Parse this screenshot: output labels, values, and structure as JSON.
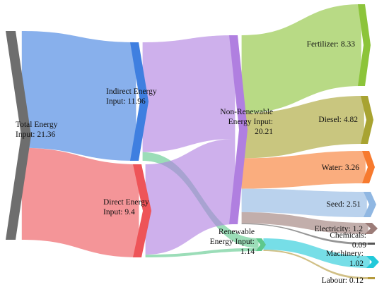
{
  "diagram": {
    "type": "sankey",
    "nodes": [
      {
        "id": "total",
        "label_lines": [
          "Total Energy",
          "Input: 21.36"
        ],
        "value": 21.36,
        "color": "#6e6e6e"
      },
      {
        "id": "indirect",
        "label_lines": [
          "Indirect Energy",
          "Input: 11.96"
        ],
        "value": 11.96,
        "color": "#3f7fe0"
      },
      {
        "id": "direct",
        "label_lines": [
          "Direct Energy",
          "Input: 9.4"
        ],
        "value": 9.4,
        "color": "#ee5458"
      },
      {
        "id": "nonrenewable",
        "label_lines": [
          "Non-Renewable",
          "Energy Input:",
          "20.21"
        ],
        "value": 20.21,
        "color": "#b07fe0"
      },
      {
        "id": "renewable",
        "label_lines": [
          "Renewable",
          "Energy Input:",
          "1.14"
        ],
        "value": 1.14,
        "color": "#5ec88c"
      },
      {
        "id": "fertilizer",
        "label_lines": [
          "Fertilizer: 8.33"
        ],
        "value": 8.33,
        "color": "#8cc43a"
      },
      {
        "id": "diesel",
        "label_lines": [
          "Diesel: 4.82"
        ],
        "value": 4.82,
        "color": "#a8a331"
      },
      {
        "id": "water",
        "label_lines": [
          "Water: 3.26"
        ],
        "value": 3.26,
        "color": "#f77a2e"
      },
      {
        "id": "seed",
        "label_lines": [
          "Seed: 2.51"
        ],
        "value": 2.51,
        "color": "#90b7e2"
      },
      {
        "id": "electricity",
        "label_lines": [
          "Electricity: 1.2"
        ],
        "value": 1.2,
        "color": "#9c7c78"
      },
      {
        "id": "chemicals",
        "label_lines": [
          "Chemicals:",
          "0.09"
        ],
        "value": 0.09,
        "color": "#555555"
      },
      {
        "id": "machinery",
        "label_lines": [
          "Machinery:",
          "1.02"
        ],
        "value": 1.02,
        "color": "#22c9d9"
      },
      {
        "id": "labour",
        "label_lines": [
          "Labour: 0.12"
        ],
        "value": 0.12,
        "color": "#b59a3c"
      }
    ],
    "links": [
      {
        "source": "total",
        "target": "indirect",
        "value": 11.96
      },
      {
        "source": "total",
        "target": "direct",
        "value": 9.4
      },
      {
        "source": "indirect",
        "target": "nonrenewable",
        "value": 11.09
      },
      {
        "source": "indirect",
        "target": "renewable",
        "value": 0.87
      },
      {
        "source": "direct",
        "target": "nonrenewable",
        "value": 9.12
      },
      {
        "source": "direct",
        "target": "renewable",
        "value": 0.28
      },
      {
        "source": "nonrenewable",
        "target": "fertilizer",
        "value": 8.33
      },
      {
        "source": "nonrenewable",
        "target": "diesel",
        "value": 4.82
      },
      {
        "source": "nonrenewable",
        "target": "water",
        "value": 3.26
      },
      {
        "source": "nonrenewable",
        "target": "seed",
        "value": 2.51
      },
      {
        "source": "nonrenewable",
        "target": "electricity",
        "value": 1.2
      },
      {
        "source": "nonrenewable",
        "target": "chemicals",
        "value": 0.09
      },
      {
        "source": "renewable",
        "target": "machinery",
        "value": 1.02
      },
      {
        "source": "renewable",
        "target": "labour",
        "value": 0.12
      }
    ]
  }
}
